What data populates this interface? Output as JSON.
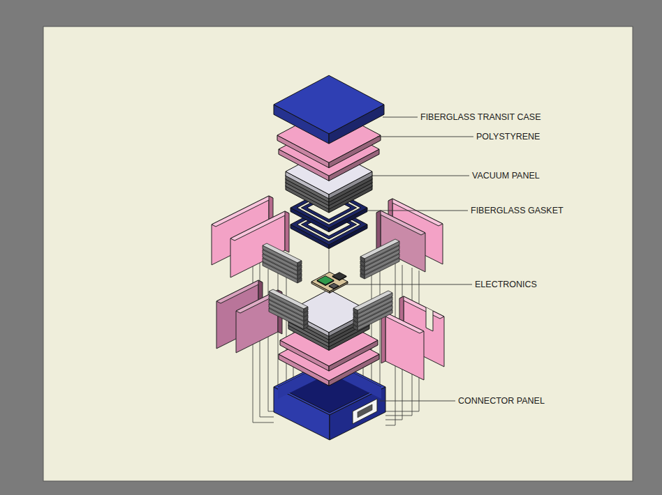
{
  "diagram": {
    "labels": [
      "FIBERGLASS TRANSIT CASE",
      "POLYSTYRENE",
      "VACUUM PANEL",
      "FIBERGLASS GASKET",
      "ELECTRONICS",
      "CONNECTOR PANEL"
    ]
  }
}
